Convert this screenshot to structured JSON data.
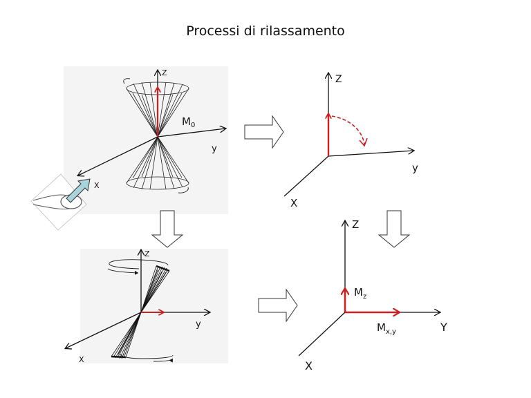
{
  "title": "Processi di rilassamento",
  "colors": {
    "axis": "#111111",
    "vector": "#cc1f1f",
    "arrow_outline": "#333333",
    "probe_fill": "#a9d4dc",
    "panel_bg": "#f4f4f4"
  },
  "panels": {
    "top_left": {
      "axis_z": "Z",
      "axis_y": "y",
      "axis_x": "X",
      "vector_label_main": "M",
      "vector_label_sub": "0"
    },
    "top_right": {
      "axis_z": "Z",
      "axis_y": "y",
      "axis_x": "X"
    },
    "bottom_left": {
      "axis_z": "Z",
      "axis_y": "y",
      "axis_x": "X"
    },
    "bottom_right": {
      "axis_z": "Z",
      "axis_y": "Y",
      "axis_x": "X",
      "mz_main": "M",
      "mz_sub": "z",
      "mxy_main": "M",
      "mxy_sub": "x,y"
    }
  }
}
